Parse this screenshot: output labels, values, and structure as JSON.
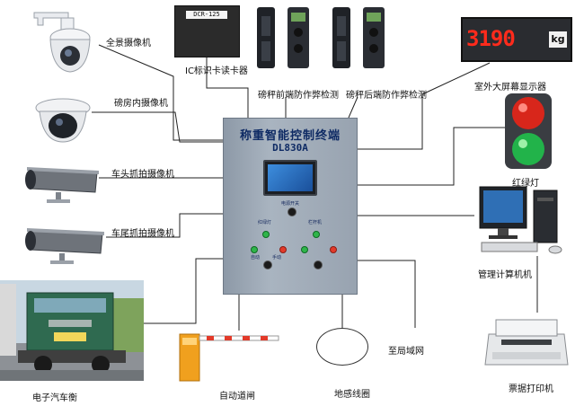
{
  "cabinet": {
    "title": "称重智能控制终端",
    "model": "DL830A",
    "power_label": "电源开关",
    "traffic_light_label": "红绿灯",
    "barrier_label": "栏杆机",
    "auto_label": "自动",
    "manual_label": "手动"
  },
  "reader": {
    "tag": "DCR-125"
  },
  "led_display": {
    "digits": "3190",
    "unit": "kg"
  },
  "labels": {
    "panorama_camera": "全景摄像机",
    "ic_reader": "IC标识卡读卡器",
    "front_detector": "磅秤前端防作弊检测",
    "rear_detector": "磅秤后端防作弊检测",
    "outdoor_display": "室外大屏幕显示器",
    "room_camera": "磅房内摄像机",
    "head_camera": "车头抓拍摄像机",
    "tail_camera": "车尾抓拍摄像机",
    "traffic_light": "红绿灯",
    "computer": "管理计算机机",
    "truck_scale": "电子汽车衡",
    "auto_gate": "自动道闸",
    "loop": "地感线圈",
    "lan": "至局域网",
    "printer": "票据打印机"
  },
  "colors": {
    "cabinet_text": "#0e2a64",
    "wire": "#222222",
    "led_red": "#ff2b1c"
  }
}
